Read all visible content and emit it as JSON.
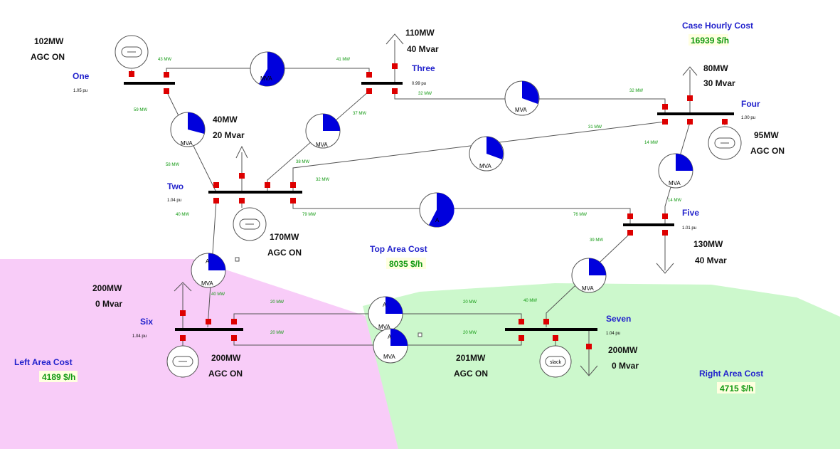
{
  "areas": {
    "left": {
      "title": "Left Area Cost",
      "value": "4189 $/h",
      "color": "#f8ccf8"
    },
    "right": {
      "title": "Right Area Cost",
      "value": "4715 $/h",
      "color": "#ccf8cc"
    },
    "top": {
      "title": "Top Area Cost",
      "value": "8035 $/h"
    },
    "case": {
      "title": "Case Hourly Cost",
      "value": "16939 $/h"
    }
  },
  "buses": {
    "one": {
      "name": "One",
      "pu": "1.05 pu"
    },
    "two": {
      "name": "Two",
      "pu": "1.04 pu"
    },
    "three": {
      "name": "Three",
      "pu": "0.99 pu"
    },
    "four": {
      "name": "Four",
      "pu": "1.00 pu"
    },
    "five": {
      "name": "Five",
      "pu": "1.01 pu"
    },
    "six": {
      "name": "Six",
      "pu": "1.04 pu"
    },
    "seven": {
      "name": "Seven",
      "pu": "1.04 pu"
    }
  },
  "gens": {
    "one": {
      "mw": "102",
      "unit": "MW",
      "agc": "AGC ON"
    },
    "two": {
      "mw": "170",
      "unit": "MW",
      "agc": "AGC ON"
    },
    "four": {
      "mw": "95",
      "unit": "MW",
      "agc": "AGC ON"
    },
    "six": {
      "mw": "200",
      "unit": "MW",
      "agc": "AGC ON"
    },
    "seven": {
      "mw": "201",
      "unit": "MW",
      "agc": "AGC ON",
      "label": "slack"
    }
  },
  "loads": {
    "two": {
      "mw": "40",
      "mvar": "20 Mvar"
    },
    "three": {
      "mw": "110",
      "mvar": "40 Mvar"
    },
    "four": {
      "mw": "80",
      "mvar": "30 Mvar"
    },
    "five": {
      "mw": "130",
      "mvar": "40 Mvar"
    },
    "six": {
      "mw": "200",
      "mvar": "0 Mvar"
    },
    "seven": {
      "mw": "200",
      "mvar": "0 Mvar"
    }
  },
  "mw_unit": "MW",
  "mva_label": "MVA",
  "area_marker": "A",
  "flows": {
    "one_three_a": "43 MW",
    "one_three_b": "41 MW",
    "one_two_a": "59 MW",
    "one_two_b": "58 MW",
    "three_two_a": "37 MW",
    "three_two_b": "38 MW",
    "three_four_a": "32 MW",
    "three_four_b": "32 MW",
    "four_two_a": "31 MW",
    "four_two_b": "32 MW",
    "four_five_a": "14 MW",
    "four_five_b": "14 MW",
    "two_five_a": "79 MW",
    "two_five_b": "76 MW",
    "two_six_a": "40 MW",
    "two_six_b": "40 MW",
    "five_seven_a": "39 MW",
    "five_seven_b": "40 MW",
    "six_seven_1a": "20 MW",
    "six_seven_1b": "20 MW",
    "six_seven_2a": "20 MW",
    "six_seven_2b": "20 MW"
  },
  "colors": {
    "pie_fill": "#0000dd",
    "breaker": "#dd0000",
    "bus": "#000000",
    "line": "#555555"
  }
}
